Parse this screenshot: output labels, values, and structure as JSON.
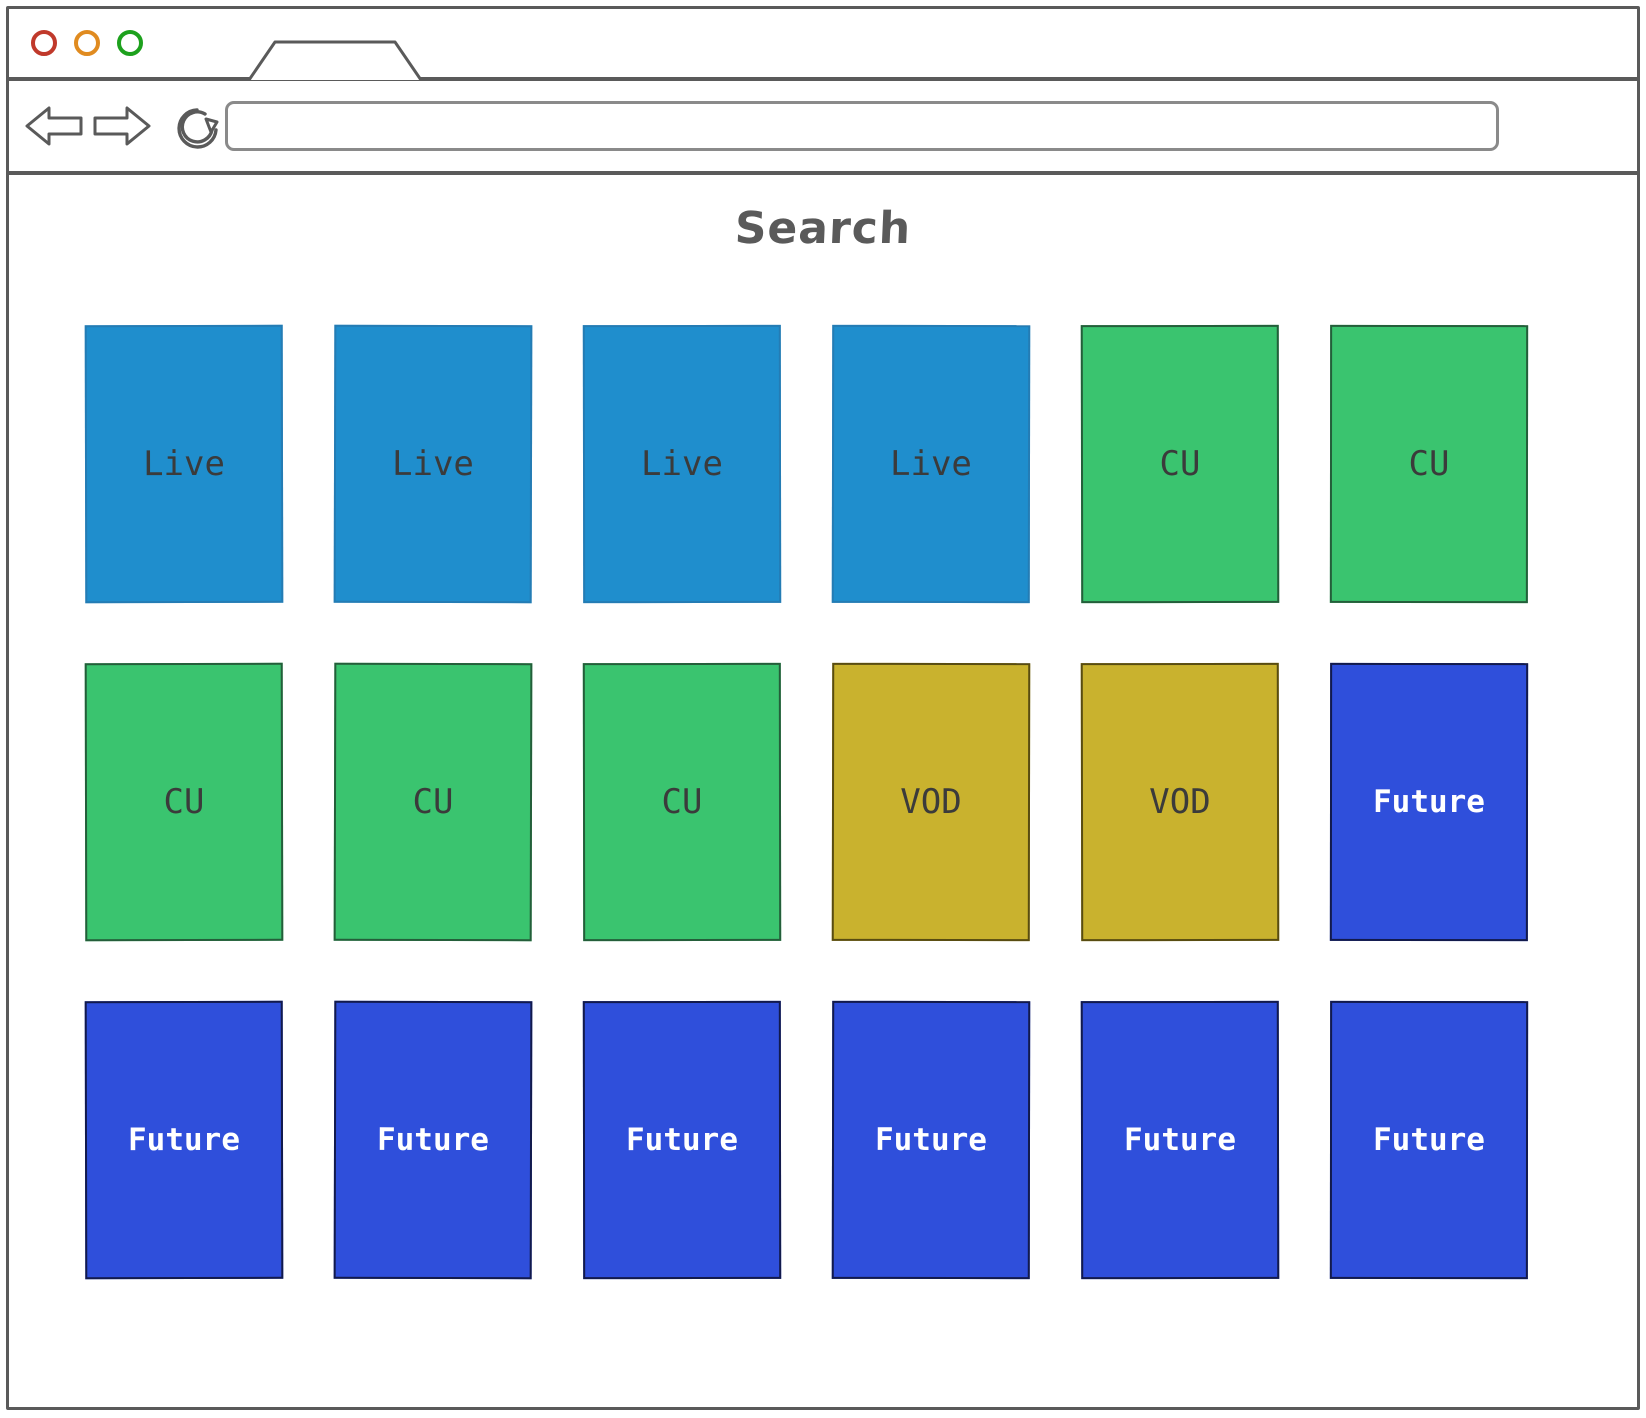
{
  "window": {
    "traffic_lights": [
      {
        "name": "close",
        "color": "#c0392b"
      },
      {
        "name": "minimize",
        "color": "#e08b20"
      },
      {
        "name": "maximize",
        "color": "#1da11d"
      }
    ],
    "tab": {
      "label": ""
    }
  },
  "toolbar": {
    "back_label": "Back",
    "forward_label": "Forward",
    "reload_label": "Reload",
    "url_value": "",
    "url_placeholder": ""
  },
  "page": {
    "title": "Search"
  },
  "colors": {
    "live": "#1f8ecd",
    "cu": "#3ac46f",
    "vod": "#c9b22e",
    "future": "#2f4fdb",
    "text_dark": "#3b3b3b",
    "text_light": "#ffffff",
    "title": "#5a5a5a",
    "frame": "#5a5a5a"
  },
  "grid": {
    "columns": 6,
    "rows": 3,
    "cards": [
      {
        "label": "Live",
        "type": "live"
      },
      {
        "label": "Live",
        "type": "live"
      },
      {
        "label": "Live",
        "type": "live"
      },
      {
        "label": "Live",
        "type": "live"
      },
      {
        "label": "CU",
        "type": "cu"
      },
      {
        "label": "CU",
        "type": "cu"
      },
      {
        "label": "CU",
        "type": "cu"
      },
      {
        "label": "CU",
        "type": "cu"
      },
      {
        "label": "CU",
        "type": "cu"
      },
      {
        "label": "VOD",
        "type": "vod"
      },
      {
        "label": "VOD",
        "type": "vod"
      },
      {
        "label": "Future",
        "type": "future"
      },
      {
        "label": "Future",
        "type": "future"
      },
      {
        "label": "Future",
        "type": "future"
      },
      {
        "label": "Future",
        "type": "future"
      },
      {
        "label": "Future",
        "type": "future"
      },
      {
        "label": "Future",
        "type": "future"
      },
      {
        "label": "Future",
        "type": "future"
      }
    ]
  }
}
